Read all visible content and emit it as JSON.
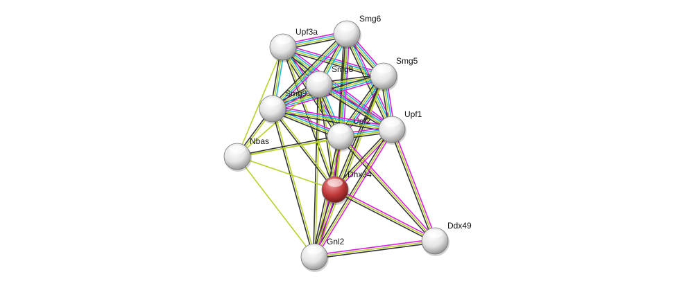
{
  "network": {
    "query_node": "Dhx34",
    "nodes": [
      "Upf3a",
      "Smg6",
      "Smg5",
      "Smg8",
      "Smg9",
      "Upf2",
      "Upf1",
      "Nbas",
      "Dhx34",
      "Ddx49",
      "Gnl2"
    ],
    "edge_colors": {
      "databases": "#22b4d6",
      "experiments": "#d61fd6",
      "textmining": "#b6d22a",
      "coexpression": "#333333"
    },
    "node_colors": {
      "default": "#d8d8d8",
      "query": "#c0393a"
    },
    "edges": [
      {
        "a": "Upf3a",
        "b": "Smg6",
        "types": [
          "experiments",
          "databases",
          "textmining",
          "coexpression"
        ]
      },
      {
        "a": "Upf3a",
        "b": "Smg5",
        "types": [
          "experiments",
          "databases",
          "textmining",
          "coexpression"
        ]
      },
      {
        "a": "Upf3a",
        "b": "Smg8",
        "types": [
          "databases",
          "textmining",
          "coexpression"
        ]
      },
      {
        "a": "Upf3a",
        "b": "Smg9",
        "types": [
          "databases",
          "textmining",
          "coexpression"
        ]
      },
      {
        "a": "Upf3a",
        "b": "Upf2",
        "types": [
          "experiments",
          "databases",
          "textmining",
          "coexpression"
        ]
      },
      {
        "a": "Upf3a",
        "b": "Upf1",
        "types": [
          "experiments",
          "databases",
          "textmining",
          "coexpression"
        ]
      },
      {
        "a": "Upf3a",
        "b": "Nbas",
        "types": [
          "textmining"
        ]
      },
      {
        "a": "Upf3a",
        "b": "Dhx34",
        "types": [
          "textmining",
          "coexpression"
        ]
      },
      {
        "a": "Smg6",
        "b": "Smg5",
        "types": [
          "experiments",
          "databases",
          "textmining",
          "coexpression"
        ]
      },
      {
        "a": "Smg6",
        "b": "Smg8",
        "types": [
          "databases",
          "textmining",
          "coexpression"
        ]
      },
      {
        "a": "Smg6",
        "b": "Smg9",
        "types": [
          "experiments",
          "databases",
          "textmining",
          "coexpression"
        ]
      },
      {
        "a": "Smg6",
        "b": "Upf2",
        "types": [
          "experiments",
          "databases",
          "textmining",
          "coexpression"
        ]
      },
      {
        "a": "Smg6",
        "b": "Upf1",
        "types": [
          "experiments",
          "databases",
          "textmining",
          "coexpression"
        ]
      },
      {
        "a": "Smg6",
        "b": "Dhx34",
        "types": [
          "textmining",
          "coexpression"
        ]
      },
      {
        "a": "Smg5",
        "b": "Smg8",
        "types": [
          "databases",
          "textmining",
          "coexpression"
        ]
      },
      {
        "a": "Smg5",
        "b": "Smg9",
        "types": [
          "experiments",
          "databases",
          "textmining",
          "coexpression"
        ]
      },
      {
        "a": "Smg5",
        "b": "Upf2",
        "types": [
          "experiments",
          "databases",
          "textmining",
          "coexpression"
        ]
      },
      {
        "a": "Smg5",
        "b": "Upf1",
        "types": [
          "experiments",
          "databases",
          "textmining",
          "coexpression"
        ]
      },
      {
        "a": "Smg5",
        "b": "Dhx34",
        "types": [
          "textmining",
          "coexpression"
        ]
      },
      {
        "a": "Smg5",
        "b": "Gnl2",
        "types": [
          "textmining",
          "coexpression"
        ]
      },
      {
        "a": "Smg8",
        "b": "Smg9",
        "types": [
          "experiments",
          "databases",
          "textmining",
          "coexpression"
        ]
      },
      {
        "a": "Smg8",
        "b": "Upf2",
        "types": [
          "databases",
          "textmining",
          "coexpression"
        ]
      },
      {
        "a": "Smg8",
        "b": "Upf1",
        "types": [
          "experiments",
          "databases",
          "textmining",
          "coexpression"
        ]
      },
      {
        "a": "Smg8",
        "b": "Dhx34",
        "types": [
          "textmining",
          "coexpression"
        ]
      },
      {
        "a": "Smg8",
        "b": "Nbas",
        "types": [
          "textmining"
        ]
      },
      {
        "a": "Smg8",
        "b": "Gnl2",
        "types": [
          "textmining",
          "coexpression"
        ]
      },
      {
        "a": "Smg9",
        "b": "Upf2",
        "types": [
          "experiments",
          "databases",
          "textmining",
          "coexpression"
        ]
      },
      {
        "a": "Smg9",
        "b": "Upf1",
        "types": [
          "experiments",
          "databases",
          "textmining",
          "coexpression"
        ]
      },
      {
        "a": "Smg9",
        "b": "Nbas",
        "types": [
          "textmining",
          "coexpression"
        ]
      },
      {
        "a": "Smg9",
        "b": "Dhx34",
        "types": [
          "textmining",
          "coexpression"
        ]
      },
      {
        "a": "Smg9",
        "b": "Gnl2",
        "types": [
          "textmining",
          "coexpression"
        ]
      },
      {
        "a": "Upf2",
        "b": "Upf1",
        "types": [
          "experiments",
          "databases",
          "textmining",
          "coexpression"
        ]
      },
      {
        "a": "Upf2",
        "b": "Nbas",
        "types": [
          "textmining",
          "coexpression"
        ]
      },
      {
        "a": "Upf2",
        "b": "Dhx34",
        "types": [
          "textmining",
          "coexpression"
        ]
      },
      {
        "a": "Upf2",
        "b": "Gnl2",
        "types": [
          "experiments",
          "textmining",
          "coexpression"
        ]
      },
      {
        "a": "Upf2",
        "b": "Ddx49",
        "types": [
          "experiments",
          "textmining",
          "coexpression"
        ]
      },
      {
        "a": "Upf1",
        "b": "Nbas",
        "types": [
          "textmining"
        ]
      },
      {
        "a": "Upf1",
        "b": "Dhx34",
        "types": [
          "experiments",
          "textmining",
          "coexpression"
        ]
      },
      {
        "a": "Upf1",
        "b": "Gnl2",
        "types": [
          "experiments",
          "textmining",
          "coexpression"
        ]
      },
      {
        "a": "Upf1",
        "b": "Ddx49",
        "types": [
          "experiments",
          "textmining",
          "coexpression"
        ]
      },
      {
        "a": "Nbas",
        "b": "Dhx34",
        "types": [
          "textmining"
        ]
      },
      {
        "a": "Nbas",
        "b": "Gnl2",
        "types": [
          "textmining"
        ]
      },
      {
        "a": "Dhx34",
        "b": "Gnl2",
        "types": [
          "experiments",
          "textmining",
          "coexpression"
        ]
      },
      {
        "a": "Dhx34",
        "b": "Ddx49",
        "types": [
          "experiments",
          "textmining",
          "coexpression"
        ]
      },
      {
        "a": "Gnl2",
        "b": "Ddx49",
        "types": [
          "experiments",
          "textmining",
          "coexpression"
        ]
      }
    ]
  }
}
